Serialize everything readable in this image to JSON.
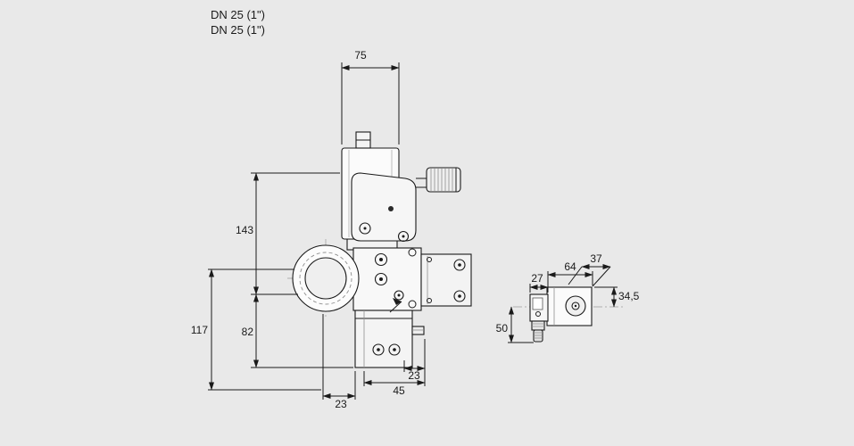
{
  "title": {
    "line1": "DN 25 (1\")",
    "line2": "DN 25 (1\")"
  },
  "main_view": {
    "dims": {
      "width_top": "75",
      "height_actuator": "143",
      "height_total": "117",
      "height_body": "82",
      "offset_bottom_left": "23",
      "width_bottom": "45",
      "offset_bottom_right": "23"
    }
  },
  "side_view": {
    "dims": {
      "width_left": "27",
      "width_total": "64",
      "depth": "37",
      "height_upper": "34,5",
      "height_lower": "50"
    }
  },
  "colors": {
    "background": "#e9e9e9",
    "line": "#1a1a1a"
  }
}
